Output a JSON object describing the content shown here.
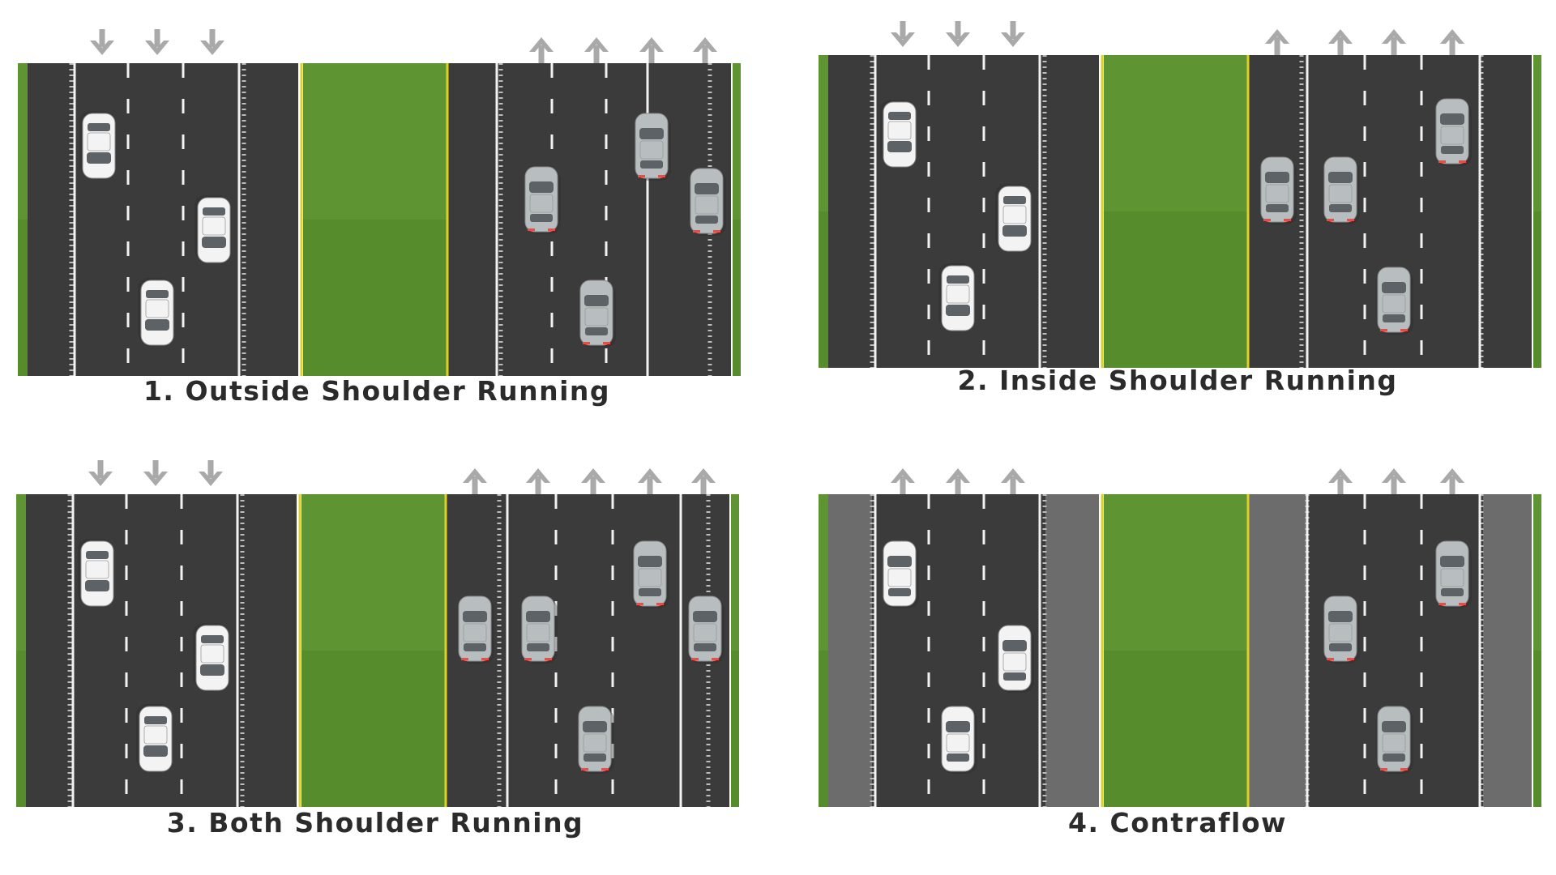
{
  "colors": {
    "asphalt": "#3b3b3b",
    "asphalt_light": "#6c6c6c",
    "grass": "#5e9431",
    "grass_dark": "#4b7d25",
    "yellow_line": "#e0cf2a",
    "white_line": "#f2f2f2",
    "arrow": "#a9a9a9",
    "car_white": "#f3f3f3",
    "car_silver": "#b8bdc0",
    "taillight": "#d9534f",
    "caption": "#2b2b2b"
  },
  "panels": [
    {
      "caption": "1. Outside Shoulder Running",
      "left_direction": "down",
      "right_direction": "up",
      "left_arrow_count": 3,
      "right_arrow_count": 4,
      "left_car_count": 3,
      "right_car_count": 4,
      "shoulders_in_use": [
        "right-outside"
      ]
    },
    {
      "caption": "2. Inside Shoulder Running",
      "left_direction": "down",
      "right_direction": "up",
      "left_arrow_count": 3,
      "right_arrow_count": 4,
      "left_car_count": 3,
      "right_car_count": 4,
      "shoulders_in_use": [
        "right-inside"
      ]
    },
    {
      "caption": "3. Both Shoulder Running",
      "left_direction": "down",
      "right_direction": "up",
      "left_arrow_count": 3,
      "right_arrow_count": 5,
      "left_car_count": 3,
      "right_car_count": 5,
      "shoulders_in_use": [
        "right-inside",
        "right-outside"
      ]
    },
    {
      "caption": "4. Contraflow",
      "left_direction": "up",
      "right_direction": "up",
      "left_arrow_count": 3,
      "right_arrow_count": 3,
      "left_car_count": 3,
      "right_car_count": 3,
      "shoulders_in_use": []
    }
  ]
}
